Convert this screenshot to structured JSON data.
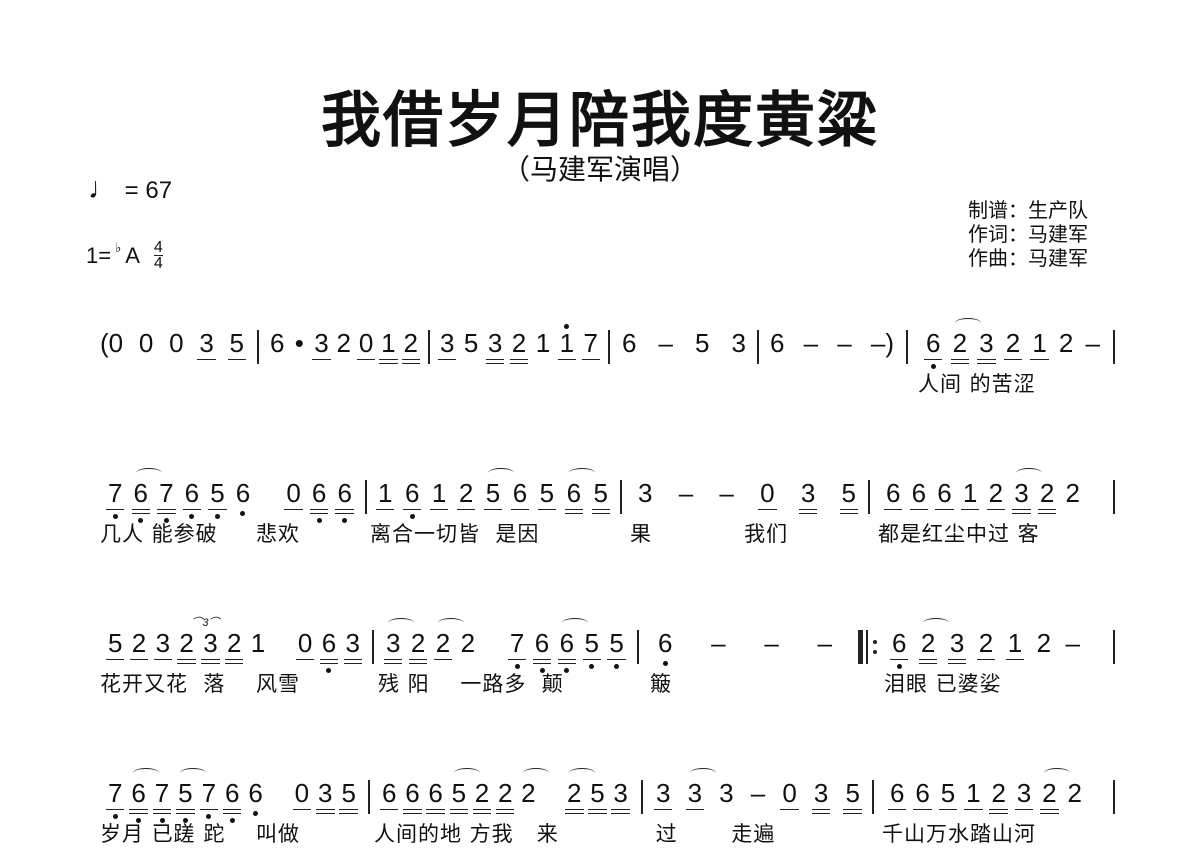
{
  "title": "我借岁月陪我度黄粱",
  "subtitle": "（马建军演唱）",
  "tempo": {
    "note": "♩",
    "text": "= 67"
  },
  "key": {
    "prefix": "1=",
    "flat": "♭",
    "note": "A",
    "time_top": "4",
    "time_bottom": "4"
  },
  "credits": [
    "制谱：生产队",
    "作词：马建军",
    "作曲：马建军"
  ],
  "rows": [
    {
      "measures": [
        {
          "tokens": [
            {
              "n": "(0"
            },
            {
              "n": "0"
            },
            {
              "n": "0"
            },
            {
              "n": "3",
              "u": 1
            },
            {
              "n": "5",
              "u": 1
            }
          ]
        },
        {
          "tokens": [
            {
              "n": "6"
            },
            {
              "n": "•"
            },
            {
              "n": "3",
              "u": 1
            },
            {
              "n": "2"
            },
            {
              "n": "0",
              "u": 1
            },
            {
              "n": "1",
              "u": 2
            },
            {
              "n": "2",
              "u": 2
            }
          ]
        },
        {
          "tokens": [
            {
              "n": "3",
              "u": 1
            },
            {
              "n": "5"
            },
            {
              "n": "3",
              "u": 2
            },
            {
              "n": "2",
              "u": 2
            },
            {
              "n": "1"
            },
            {
              "n": "1",
              "u": 1,
              "hi": true
            },
            {
              "n": "7",
              "u": 1
            }
          ]
        },
        {
          "tokens": [
            {
              "n": "6"
            },
            {
              "n": "–"
            },
            {
              "n": "5"
            },
            {
              "n": "3"
            }
          ]
        },
        {
          "tokens": [
            {
              "n": "6"
            },
            {
              "n": "–"
            },
            {
              "n": "–"
            },
            {
              "n": "–)"
            }
          ]
        },
        {
          "tokens": [
            {
              "n": "6",
              "u": 1,
              "lo": true
            },
            {
              "n": "2",
              "u": 2,
              "slur": true
            },
            {
              "n": "3",
              "u": 2
            },
            {
              "n": "2",
              "u": 1
            },
            {
              "n": "1",
              "u": 1
            },
            {
              "n": "2"
            },
            {
              "n": "–"
            }
          ],
          "lyric": "人间 的苦涩"
        }
      ]
    },
    {
      "measures": [
        {
          "tokens": [
            {
              "n": "7",
              "u": 1,
              "lo": true
            },
            {
              "n": "6",
              "u": 2,
              "lo": true,
              "slur": true
            },
            {
              "n": "7",
              "u": 2,
              "lo": true
            },
            {
              "n": "6",
              "u": 1,
              "lo": true
            },
            {
              "n": "5",
              "u": 1,
              "lo": true
            },
            {
              "n": "6",
              "lo": true
            },
            {
              "n": " "
            },
            {
              "n": "0",
              "u": 1
            },
            {
              "n": "6",
              "u": 2,
              "lo": true
            },
            {
              "n": "6",
              "u": 2,
              "lo": true
            }
          ],
          "lyric": "几人 能参破     悲欢"
        },
        {
          "tokens": [
            {
              "n": "1",
              "u": 1
            },
            {
              "n": "6",
              "u": 1,
              "lo": true
            },
            {
              "n": "1",
              "u": 1
            },
            {
              "n": "2",
              "u": 1
            },
            {
              "n": "5",
              "u": 1,
              "slur": true
            },
            {
              "n": "6",
              "u": 1
            },
            {
              "n": "5",
              "u": 1
            },
            {
              "n": "6",
              "u": 2,
              "slur": true
            },
            {
              "n": "5",
              "u": 2
            }
          ],
          "lyric": "离合一切皆  是因"
        },
        {
          "tokens": [
            {
              "n": "3"
            },
            {
              "n": "–"
            },
            {
              "n": "–"
            },
            {
              "n": "0",
              "u": 1
            },
            {
              "n": "3",
              "u": 2
            },
            {
              "n": "5",
              "u": 2
            }
          ],
          "lyric": "果            我们"
        },
        {
          "tokens": [
            {
              "n": "6",
              "u": 1
            },
            {
              "n": "6",
              "u": 1
            },
            {
              "n": "6",
              "u": 1
            },
            {
              "n": "1",
              "u": 1
            },
            {
              "n": "2",
              "u": 1
            },
            {
              "n": "3",
              "u": 2,
              "slur": true
            },
            {
              "n": "2",
              "u": 2
            },
            {
              "n": "2"
            }
          ],
          "lyric": "都是红尘中过 客"
        }
      ]
    },
    {
      "measures": [
        {
          "tokens": [
            {
              "n": "5",
              "u": 1
            },
            {
              "n": "2",
              "u": 1
            },
            {
              "n": "3",
              "u": 1
            },
            {
              "n": "2",
              "u": 2,
              "triplet": "3"
            },
            {
              "n": "3",
              "u": 2
            },
            {
              "n": "2",
              "u": 2
            },
            {
              "n": "1"
            },
            {
              "n": " "
            },
            {
              "n": "0",
              "u": 1
            },
            {
              "n": "6",
              "u": 2,
              "lo": true
            },
            {
              "n": "3",
              "u": 2
            }
          ],
          "lyric": "花开又花  落    风雪"
        },
        {
          "tokens": [
            {
              "n": "3",
              "u": 2,
              "slur": true
            },
            {
              "n": "2",
              "u": 2
            },
            {
              "n": "2",
              "u": 1,
              "slur": true
            },
            {
              "n": "2"
            },
            {
              "n": " "
            },
            {
              "n": "7",
              "u": 1,
              "lo": true
            },
            {
              "n": "6",
              "u": 2,
              "lo": true
            },
            {
              "n": "6",
              "u": 2,
              "lo": true,
              "slur": true
            },
            {
              "n": "5",
              "u": 1,
              "lo": true
            },
            {
              "n": "5",
              "u": 1,
              "lo": true
            }
          ],
          "lyric": "残 阳    一路多  颠"
        },
        {
          "tokens": [
            {
              "n": "6",
              "lo": true
            },
            {
              "n": "–"
            },
            {
              "n": "–"
            },
            {
              "n": "–"
            }
          ],
          "lyric": "簸"
        },
        {
          "tokens": [
            {
              "n": "6",
              "u": 1,
              "lo": true
            },
            {
              "n": "2",
              "u": 2,
              "slur": true
            },
            {
              "n": "3",
              "u": 2
            },
            {
              "n": "2",
              "u": 1
            },
            {
              "n": "1",
              "u": 1
            },
            {
              "n": "2"
            },
            {
              "n": "–"
            }
          ],
          "lyric": "泪眼 已婆娑"
        }
      ]
    },
    {
      "measures": [
        {
          "tokens": [
            {
              "n": "7",
              "u": 1,
              "lo": true
            },
            {
              "n": "6",
              "u": 2,
              "lo": true,
              "slur": true
            },
            {
              "n": "7",
              "u": 2,
              "lo": true
            },
            {
              "n": "5",
              "u": 2,
              "lo": true,
              "slur": true
            },
            {
              "n": "7",
              "u": 1,
              "lo": true
            },
            {
              "n": "6",
              "u": 2,
              "lo": true
            },
            {
              "n": "6",
              "lo": true
            },
            {
              "n": " "
            },
            {
              "n": "0",
              "u": 1
            },
            {
              "n": "3",
              "u": 2
            },
            {
              "n": "5",
              "u": 2
            }
          ],
          "lyric": "岁月 已蹉 跎    叫做"
        },
        {
          "tokens": [
            {
              "n": "6",
              "u": 1
            },
            {
              "n": "6",
              "u": 2
            },
            {
              "n": "6",
              "u": 2
            },
            {
              "n": "5",
              "u": 2,
              "slur": true
            },
            {
              "n": "2",
              "u": 2
            },
            {
              "n": "2",
              "u": 2
            },
            {
              "n": "2",
              "slur": true
            },
            {
              "n": " "
            },
            {
              "n": "2",
              "u": 2,
              "slur": true
            },
            {
              "n": "5",
              "u": 2
            },
            {
              "n": "3",
              "u": 2
            }
          ],
          "lyric": "人间的地 方我   来"
        },
        {
          "tokens": [
            {
              "n": "3",
              "u": 1
            },
            {
              "n": "3",
              "u": 1,
              "slur": true
            },
            {
              "n": "3"
            },
            {
              "n": "–"
            },
            {
              "n": "0",
              "u": 1
            },
            {
              "n": "3",
              "u": 2
            },
            {
              "n": "5",
              "u": 2
            }
          ],
          "lyric": " 过       走遍"
        },
        {
          "tokens": [
            {
              "n": "6",
              "u": 1
            },
            {
              "n": "6",
              "u": 1
            },
            {
              "n": "5",
              "u": 1
            },
            {
              "n": "1",
              "u": 1
            },
            {
              "n": "2",
              "u": 2
            },
            {
              "n": "3",
              "u": 1
            },
            {
              "n": "2",
              "u": 2,
              "slur": true
            },
            {
              "n": "2"
            }
          ],
          "lyric": "千山万水踏山河"
        }
      ]
    }
  ]
}
